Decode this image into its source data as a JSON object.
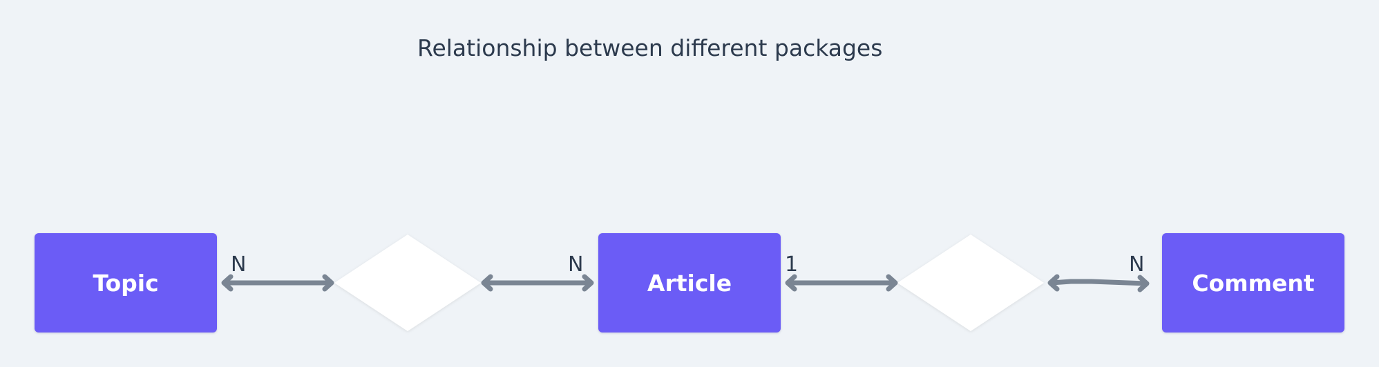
{
  "diagram": {
    "title": "Relationship between different packages",
    "entities": [
      {
        "id": "topic",
        "label": "Topic"
      },
      {
        "id": "article",
        "label": "Article"
      },
      {
        "id": "comment",
        "label": "Comment"
      }
    ],
    "relationships": [
      {
        "from": "topic",
        "to": "article",
        "from_cardinality": "N",
        "to_cardinality": "N"
      },
      {
        "from": "article",
        "to": "comment",
        "from_cardinality": "1",
        "to_cardinality": "N"
      }
    ],
    "colors": {
      "entity_fill": "#6b5cf6",
      "entity_text": "#ffffff",
      "relationship_fill": "#ffffff",
      "edge": "#7a8593",
      "background": "#eff3f7",
      "text": "#2c3a4d"
    }
  }
}
